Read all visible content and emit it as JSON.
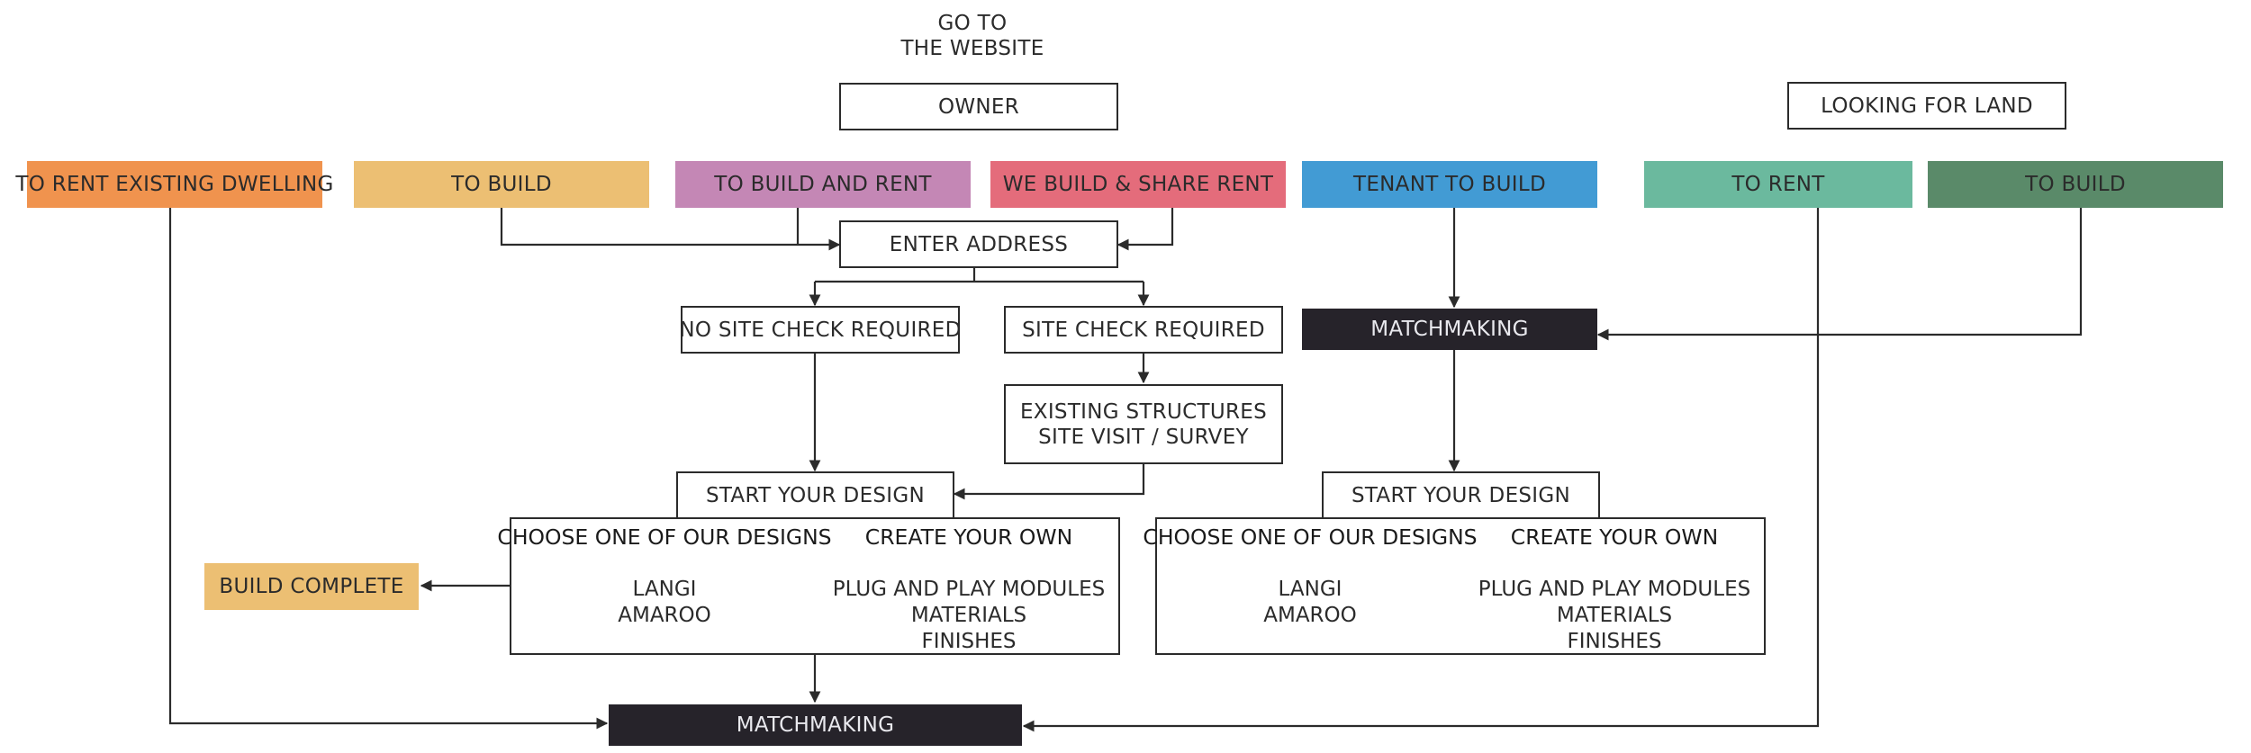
{
  "header": {
    "line1": "GO TO",
    "line2": "THE WEBSITE"
  },
  "roles": {
    "owner": "OWNER",
    "looking_for_land": "LOOKING FOR LAND"
  },
  "categories": [
    {
      "label": "TO RENT EXISTING DWELLING",
      "color": "#f0934e"
    },
    {
      "label": "TO BUILD",
      "color": "#ecbf73"
    },
    {
      "label": "TO BUILD AND RENT",
      "color": "#c487b5"
    },
    {
      "label": "WE BUILD & SHARE RENT",
      "color": "#e46c7b"
    },
    {
      "label": "TENANT TO BUILD",
      "color": "#429bd4"
    },
    {
      "label": "TO RENT",
      "color": "#6bb99e"
    },
    {
      "label": "TO BUILD",
      "color": "#5a8a69"
    }
  ],
  "steps": {
    "enter_address": "ENTER ADDRESS",
    "no_site_check": "NO SITE CHECK REQUIRED",
    "site_check": "SITE CHECK REQUIRED",
    "existing_structures": "EXISTING STRUCTURES",
    "site_visit": "SITE VISIT / SURVEY",
    "start_design": "START YOUR DESIGN",
    "matchmaking": "MATCHMAKING",
    "build_complete": "BUILD COMPLETE"
  },
  "design_options": {
    "choose_heading": "CHOOSE ONE OF OUR DESIGNS",
    "choose_items": [
      "LANGI",
      "AMAROO"
    ],
    "create_heading": "CREATE YOUR OWN",
    "create_items": [
      "PLUG AND PLAY MODULES",
      "MATERIALS",
      "FINISHES"
    ]
  },
  "colors": {
    "line": "#2b2b2b",
    "dark_fill": "#26232a",
    "build_complete_fill": "#ecbf73"
  }
}
